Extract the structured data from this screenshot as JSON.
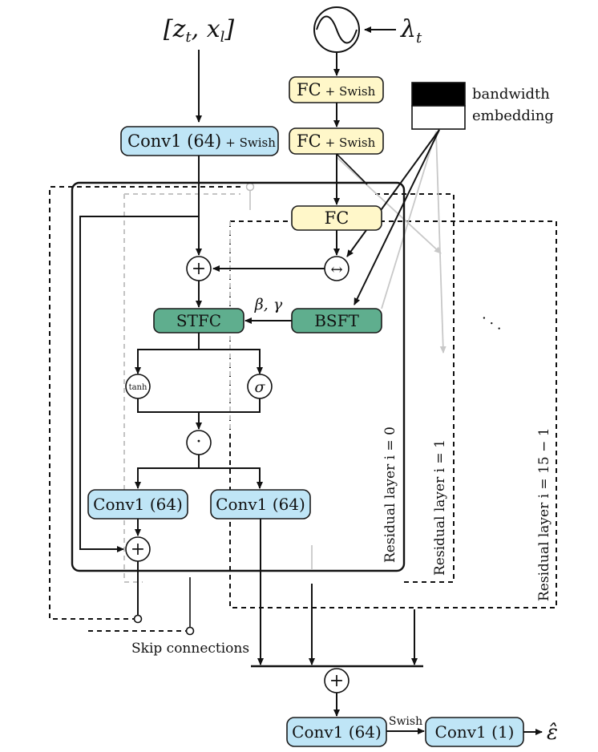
{
  "inputs": {
    "signal_label": "[z_t, x_l]",
    "lambda_label": "λ_t"
  },
  "blocks": {
    "conv1_in": {
      "main": "Conv1 (64)",
      "suffix": "+ Swish"
    },
    "fc1": {
      "main": "FC",
      "suffix": "+ Swish"
    },
    "fc2": {
      "main": "FC",
      "suffix": "+ Swish"
    },
    "fc3": "FC",
    "stfc": "STFC",
    "bsft": "BSFT",
    "conv_left": "Conv1 (64)",
    "conv_right": "Conv1 (64)",
    "conv_out1": "Conv1 (64)",
    "conv_out2": "Conv1 (1)"
  },
  "operators": {
    "plus": "+",
    "swap": "↔",
    "tanh": "tanh",
    "sigma": "σ",
    "dot": "·"
  },
  "labels": {
    "beta_gamma": "β, γ",
    "bandwidth": "bandwidth",
    "embedding": "embedding",
    "ellipsis": "· · ·",
    "residual_0": "Residual layer i = 0",
    "residual_1": "Residual layer i = 1",
    "residual_n": "Residual layer i = 15 − 1",
    "skip": "Skip connections",
    "swish": "Swish",
    "epsilon": "ε̂"
  },
  "colors": {
    "conv_fill": "#bfe5f6",
    "fc_fill": "#fff7c9",
    "stfc_fill": "#5fae8e"
  }
}
